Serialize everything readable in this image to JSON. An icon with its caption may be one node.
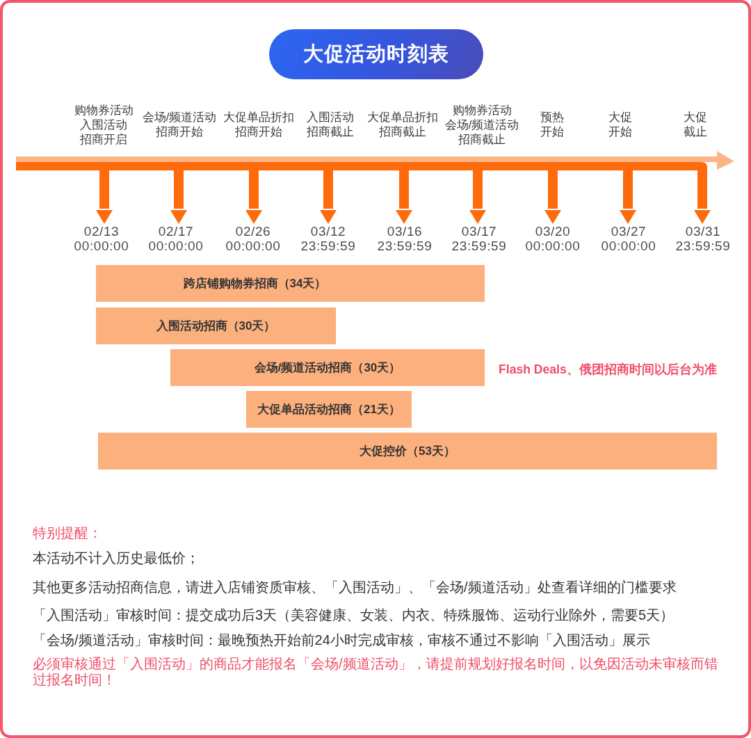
{
  "diagram": {
    "title": "大促活动时刻表",
    "nodes": [
      {
        "text": [],
        "shape": "bar"
      },
      {
        "text": [
          "02/13 00:00:00"
        ]
      },
      {
        "text": [
          "02/17 00:00:00"
        ]
      },
      {
        "text": [
          "02/26 00:00:00"
        ]
      },
      {
        "text": [
          "03/12 23:59:59"
        ]
      },
      {
        "text": [
          "03/16 23:59:59"
        ]
      },
      {
        "text": [
          "03/17 23:59:59"
        ]
      },
      {
        "text": [
          "03/20 00:00:00"
        ]
      },
      {
        "text": [
          "03/27 00:00:00"
        ]
      },
      {
        "text": [
          "03/31 23:59:59"
        ]
      },
      {
        "text": [
          "跨店铺购物券招商（34天）"
        ]
      },
      {
        "text": [
          "入围活动招商（30天）"
        ]
      },
      {
        "text": [
          "会场/频道活动招商（30天）"
        ]
      },
      {
        "text": [
          "大促单品活动招商（21天）"
        ]
      },
      {
        "text": [
          "大促控价（53天）"
        ]
      }
    ],
    "edges": [
      {
        "from": 0,
        "to": 1,
        "arrow": "to"
      },
      {
        "from": 0,
        "to": 2,
        "arrow": "to"
      },
      {
        "from": 0,
        "to": 3,
        "arrow": "to"
      },
      {
        "from": 0,
        "to": 4,
        "arrow": "to"
      },
      {
        "from": 0,
        "to": 5,
        "arrow": "to"
      },
      {
        "from": 0,
        "to": 6,
        "arrow": "to"
      },
      {
        "from": 0,
        "to": 7,
        "arrow": "to"
      },
      {
        "from": 0,
        "to": 8,
        "arrow": "to"
      },
      {
        "from": 0,
        "to": 9,
        "arrow": "to"
      }
    ],
    "labels": [
      "购物券活动入围活动招商开启",
      "会场/频道活动招商开始",
      "大促单品折扣招商开始",
      "入围活动招商截止",
      "大促单品折扣招商截止",
      "购物券活动会场/频道活动招商截止",
      "预热开始",
      "大促开始",
      "大促截止",
      "Flash Deals、俄团招商时间以后台为准",
      "特别提醒：",
      "本活动不计入历史最低价；",
      "其他更多活动招商信息，请进入店铺资质审核、「入围活动」、「会场/频道活动」处查看详细的门槛要求",
      "「入围活动」审核时间：提交成功后3天（美容健康、女装、内衣、特殊服饰、运动行业除外，需要5天）",
      "「会场/频道活动」审核时间：最晚预热开始前24小时完成审核，审核不通过不影响「入围活动」展示",
      "必须审核通过「入围活动」的商品才能报名「会场/频道活动」，请提前规划好报名时间，以免因活动未审核而错过报名时间！"
    ]
  }
}
